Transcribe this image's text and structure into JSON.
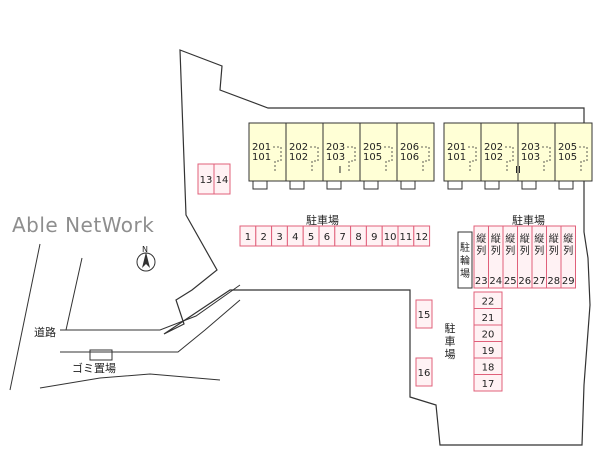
{
  "watermark": "Able NetWork",
  "north": "N",
  "labels": {
    "parking_main": "駐車場",
    "parking_right": "駐車場",
    "parking_lower": [
      "駐",
      "車",
      "場"
    ],
    "bike_parking": [
      "駐",
      "輪",
      "場"
    ],
    "road": "道路",
    "garbage": "ゴミ置場"
  },
  "buildings": [
    {
      "name": "I",
      "units": [
        {
          "upper": "201",
          "lower": "101"
        },
        {
          "upper": "202",
          "lower": "102"
        },
        {
          "upper": "203",
          "lower": "103"
        },
        {
          "upper": "205",
          "lower": "105"
        },
        {
          "upper": "206",
          "lower": "106"
        }
      ]
    },
    {
      "name": "II",
      "units": [
        {
          "upper": "201",
          "lower": "101"
        },
        {
          "upper": "202",
          "lower": "102"
        },
        {
          "upper": "203",
          "lower": "103"
        },
        {
          "upper": "205",
          "lower": "105"
        }
      ]
    }
  ],
  "parking": {
    "corner": [
      "13",
      "14"
    ],
    "row_main": [
      "1",
      "2",
      "3",
      "4",
      "5",
      "6",
      "7",
      "8",
      "9",
      "10",
      "11",
      "12"
    ],
    "vertical_mark": [
      "縦",
      "列"
    ],
    "row_right": [
      "23",
      "24",
      "25",
      "26",
      "27",
      "28",
      "29"
    ],
    "column_right": [
      "22",
      "21",
      "20",
      "19",
      "18",
      "17"
    ],
    "single_a": "15",
    "single_b": "16"
  },
  "colors": {
    "building_fill": "#ffffd6",
    "parking_stroke": "#e0607a",
    "parking_fill": "#fff2f4",
    "lines": "#333333"
  }
}
